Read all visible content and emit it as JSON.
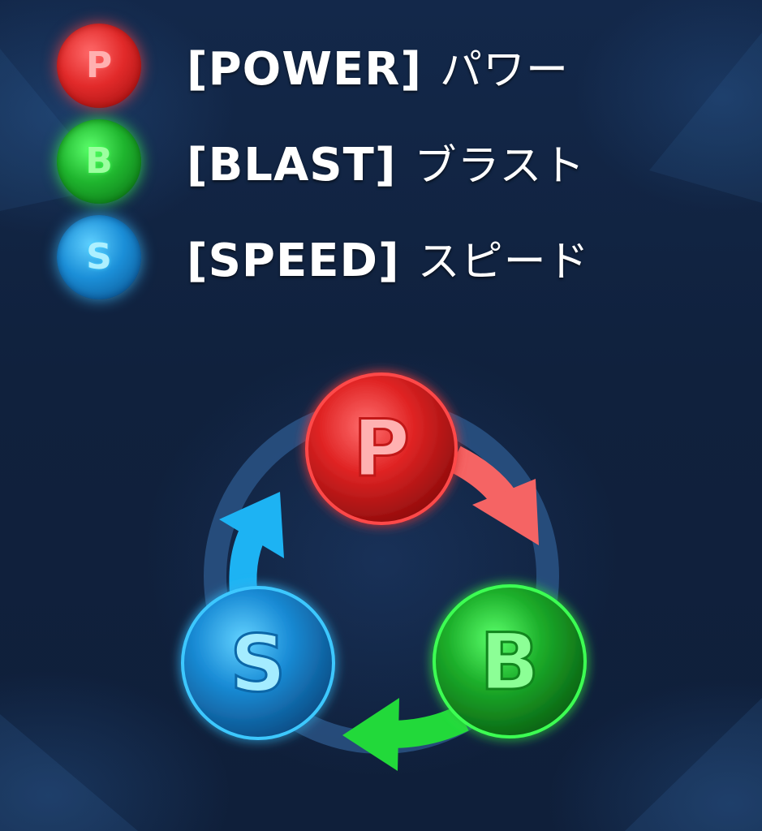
{
  "legend": [
    {
      "letter": "P",
      "english": "[POWER]",
      "japanese": "パワー",
      "color": "#e22a2a"
    },
    {
      "letter": "B",
      "english": "[BLAST]",
      "japanese": "ブラスト",
      "color": "#1fb52e"
    },
    {
      "letter": "S",
      "english": "[SPEED]",
      "japanese": "スピード",
      "color": "#1b8fd8"
    }
  ],
  "cycle": {
    "nodes": [
      {
        "letter": "P",
        "color": "#e22a2a"
      },
      {
        "letter": "B",
        "color": "#1fb52e"
      },
      {
        "letter": "S",
        "color": "#1b8fd8"
      }
    ],
    "arrows": [
      {
        "from": "P",
        "to": "B",
        "color": "#ff6a6a"
      },
      {
        "from": "B",
        "to": "S",
        "color": "#22e33c"
      },
      {
        "from": "S",
        "to": "P",
        "color": "#1fb6f5"
      }
    ]
  }
}
